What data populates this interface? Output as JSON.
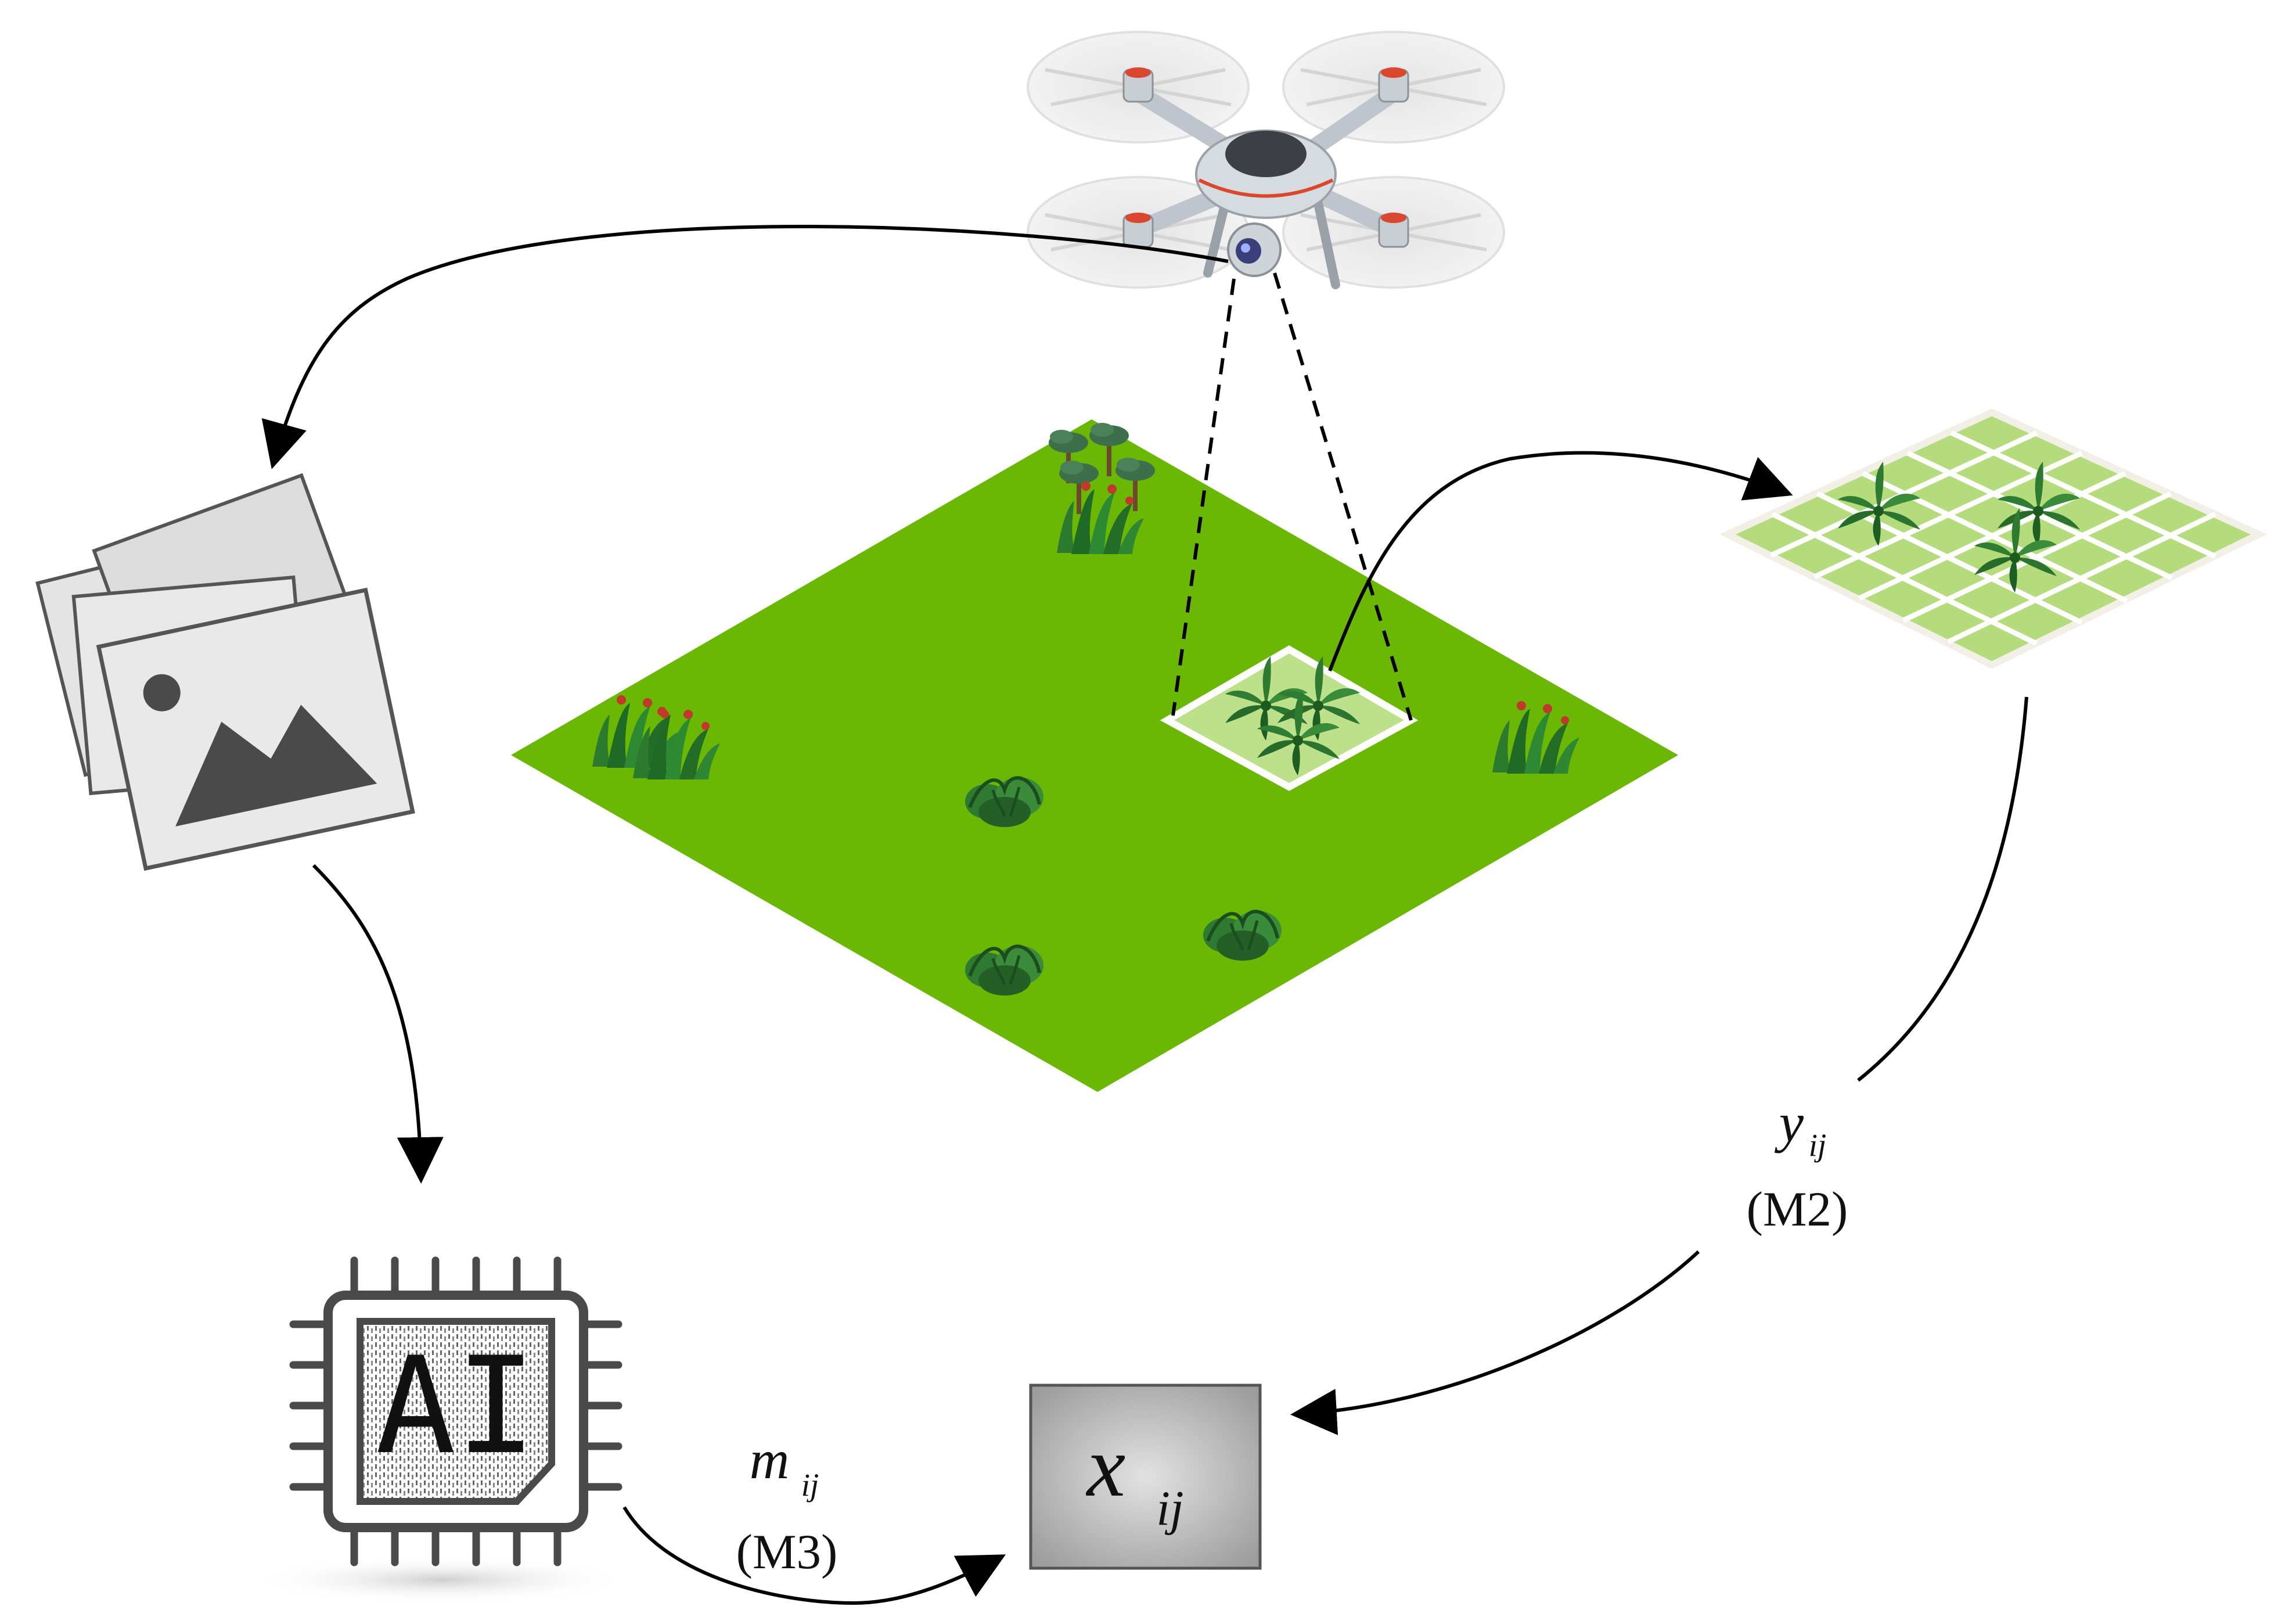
{
  "chip": {
    "label": "AI"
  },
  "result": {
    "symbol": "x",
    "subscript": "ij"
  },
  "m3_label": {
    "symbol": "m",
    "subscript": "ij",
    "model": "(M3)"
  },
  "m2_label": {
    "symbol": "y",
    "subscript": "ij",
    "model": "(M2)"
  },
  "colors": {
    "field": "#6ab804",
    "plot_fill": "#bde08a",
    "grid_fill": "#b5dc7c",
    "result_box": "#a8a8a8",
    "icon_dark": "#4a4a4a",
    "arrow": "#000000"
  },
  "icons": [
    "drone-icon",
    "image-stack-icon",
    "ai-chip-icon",
    "plant-icon"
  ]
}
